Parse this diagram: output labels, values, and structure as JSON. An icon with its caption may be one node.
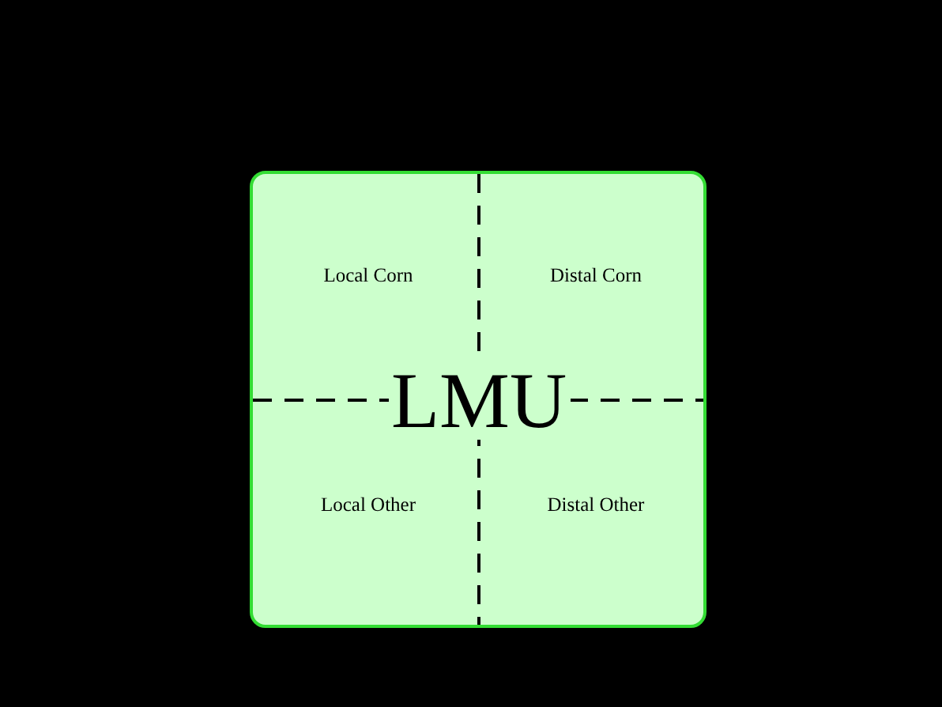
{
  "diagram": {
    "nodes": [
      {
        "text": [
          "LMU"
        ]
      },
      {
        "text": [
          "Local Corn"
        ],
        "in": 0
      },
      {
        "text": [
          "Distal Corn"
        ],
        "in": 0
      },
      {
        "text": [
          "Local Other"
        ],
        "in": 0
      },
      {
        "text": [
          "Distal Other"
        ],
        "in": 0
      }
    ]
  }
}
